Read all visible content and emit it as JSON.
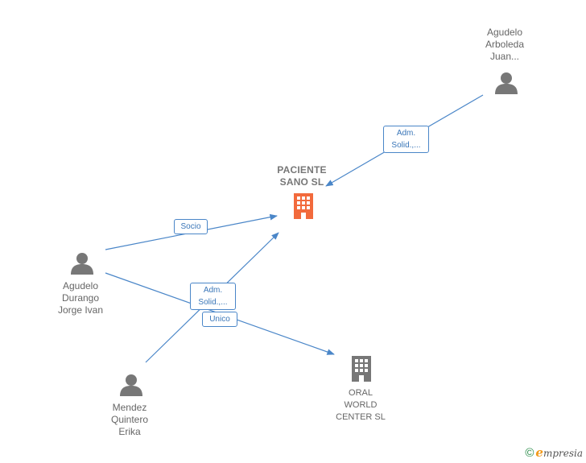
{
  "nodes": {
    "paciente": {
      "label_1": "PACIENTE",
      "label_2": "SANO  SL"
    },
    "oral": {
      "label_1": "ORAL",
      "label_2": "WORLD",
      "label_3": "CENTER SL"
    },
    "arboleda": {
      "label_1": "Agudelo",
      "label_2": "Arboleda",
      "label_3": "Juan..."
    },
    "durango": {
      "label_1": "Agudelo",
      "label_2": "Durango",
      "label_3": "Jorge Ivan"
    },
    "mendez": {
      "label_1": "Mendez",
      "label_2": "Quintero",
      "label_3": "Erika"
    }
  },
  "edges": {
    "arboleda_paciente": {
      "line_1": "Adm.",
      "line_2": "Solid.,..."
    },
    "durango_paciente": {
      "line_1": "Socio"
    },
    "mendez_paciente": {
      "line_1": "Adm.",
      "line_2": "Solid.,..."
    },
    "durango_oral": {
      "line_1": "Unico"
    }
  },
  "colors": {
    "edge": "#4a86c8",
    "company_main": "#f26a3c",
    "company_other": "#777777",
    "person": "#777777"
  },
  "icons": {
    "company": "building-icon",
    "person": "person-icon"
  },
  "footer": {
    "copyright": "©",
    "brand_initial": "e",
    "brand_rest": "mpresia"
  }
}
